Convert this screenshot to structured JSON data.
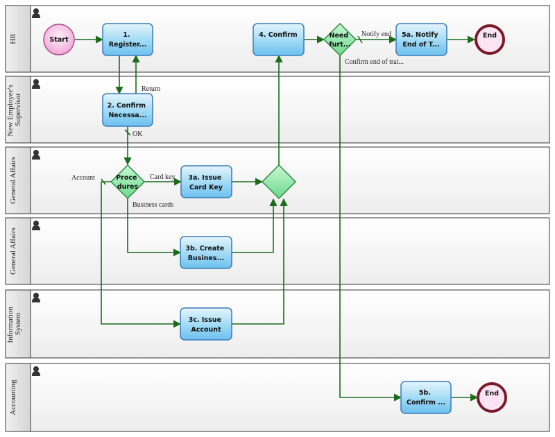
{
  "lanes": [
    {
      "id": "hr",
      "label": "HR"
    },
    {
      "id": "supervisor",
      "label_lines": [
        "New Employee's",
        "Supervisor"
      ]
    },
    {
      "id": "ga1",
      "label": "General Affairs"
    },
    {
      "id": "ga2",
      "label": "General Affairs"
    },
    {
      "id": "is",
      "label_lines": [
        "Information",
        "System"
      ]
    },
    {
      "id": "acc",
      "label": "Accounting"
    }
  ],
  "nodes": {
    "start": {
      "label": "Start"
    },
    "register": {
      "lines": [
        "1.",
        "Register..."
      ]
    },
    "confirm_necessary": {
      "lines": [
        "2. Confirm",
        "Necessa..."
      ]
    },
    "confirm4": {
      "label": "4. Confirm"
    },
    "need_further": {
      "lines": [
        "Need",
        "furt..."
      ]
    },
    "notify": {
      "lines": [
        "5a.  Notify",
        "End of T..."
      ]
    },
    "end_hr": {
      "label": "End"
    },
    "procedures": {
      "lines": [
        "Proce",
        "dures"
      ]
    },
    "issue_card": {
      "lines": [
        "3a. Issue",
        "Card Key"
      ]
    },
    "create_business": {
      "lines": [
        "3b. Create",
        "Busines..."
      ]
    },
    "issue_account": {
      "lines": [
        "3c. Issue",
        "Account"
      ]
    },
    "confirm5b": {
      "lines": [
        "5b.",
        "Confirm ..."
      ]
    },
    "end_acc": {
      "label": "End"
    }
  },
  "edge_labels": {
    "return": "Return",
    "ok": "OK",
    "account": "Account",
    "card_key": "Card key",
    "business_cards": "Business cards",
    "notify_end": "Notify end",
    "confirm_end": "Confirm end of trai..."
  },
  "colors": {
    "task_fill_top": "#d8f0fc",
    "task_fill_bottom": "#7cc8f0",
    "task_stroke": "#3a7ab8",
    "gateway_fill": "#8de6a8",
    "gateway_stroke": "#2b8a3e",
    "start_fill": "#f8c8e8",
    "end_stroke": "#7a1a28",
    "edge": "#1a6b1a",
    "lane_border": "#333333",
    "label_bg": "#e6e6e6"
  },
  "icons": {
    "lane_icon": "person-icon"
  }
}
